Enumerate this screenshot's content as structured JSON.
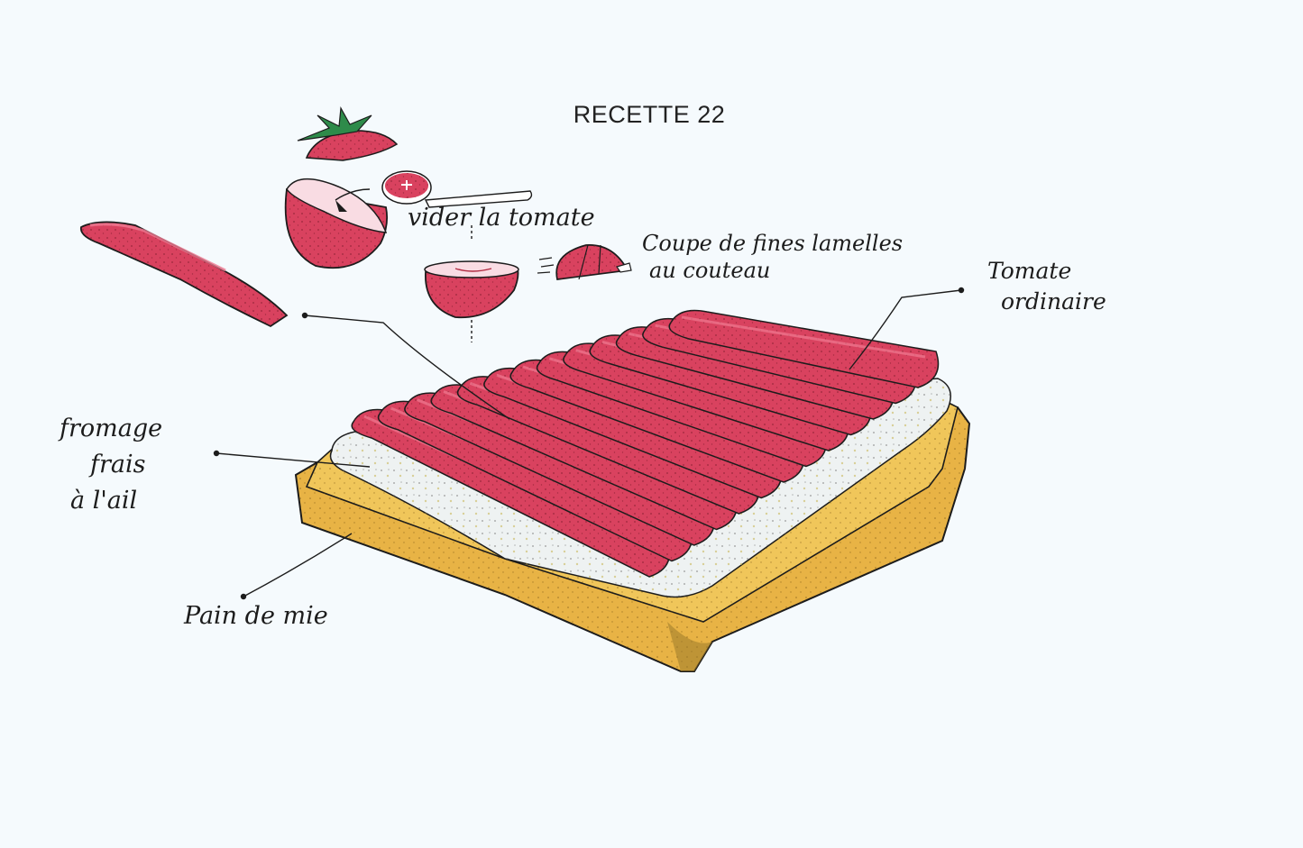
{
  "title": "RECETTE 22",
  "labels": {
    "vider": "vider la tomate",
    "coupe_line1": "Coupe de fines lamelles",
    "coupe_line2": "au couteau",
    "tomate_line1": "Tomate",
    "tomate_line2": "ordinaire",
    "fromage_line1": "fromage",
    "fromage_line2": "frais",
    "fromage_line3": "à l'ail",
    "pain": "Pain de mie"
  },
  "colors": {
    "paper": "#f5fafd",
    "tomato": "#d9425f",
    "tomato_light": "#f07a92",
    "tomato_dark": "#b0283f",
    "cheese": "#eef2f2",
    "bread": "#e8b345",
    "bread_dark": "#b98a26",
    "ink": "#1c1c1c",
    "leaf": "#2e8b4a"
  }
}
